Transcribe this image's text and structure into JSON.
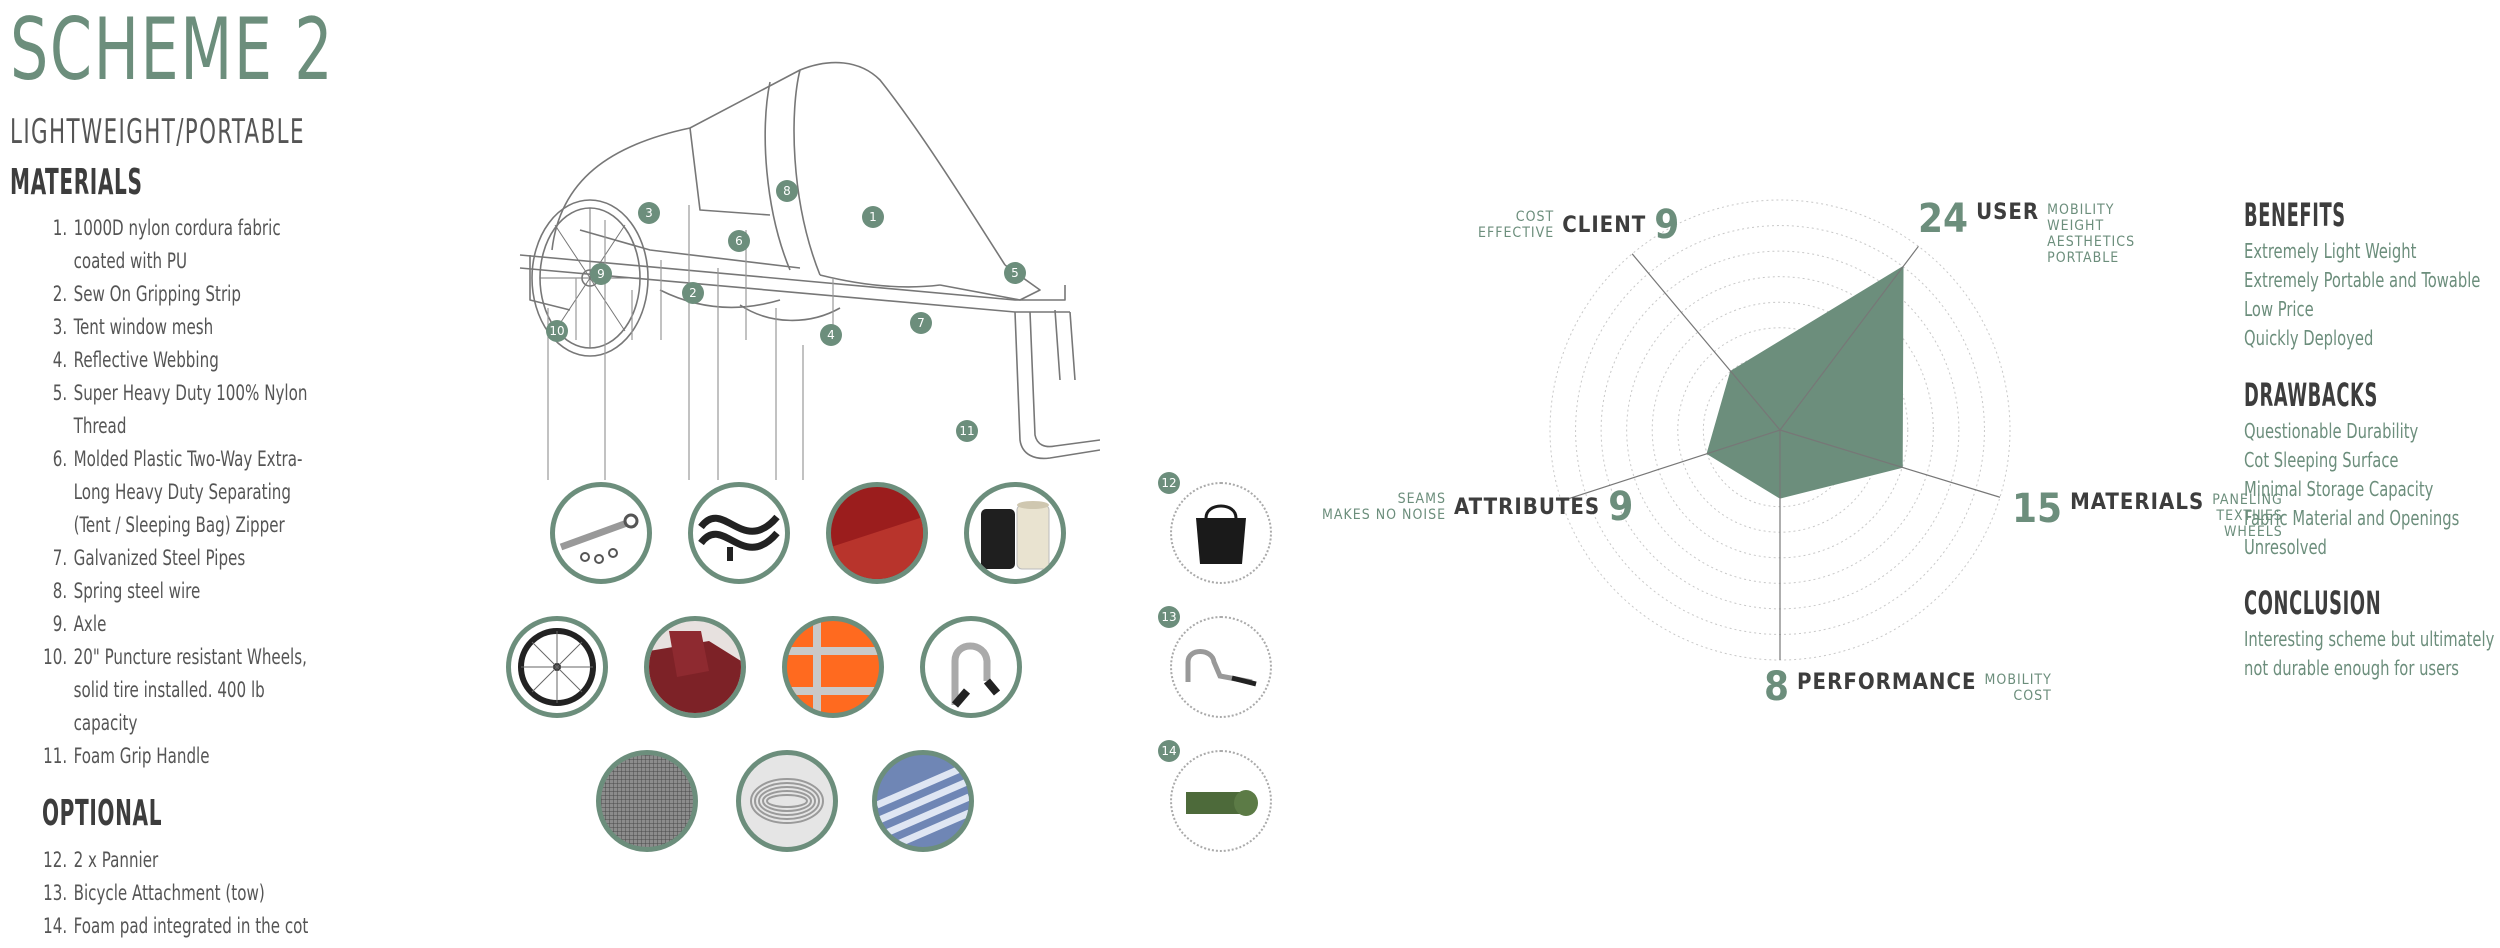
{
  "title": "SCHEME 2",
  "subtitle": "LIGHTWEIGHT/PORTABLE",
  "materials_heading": "MATERIALS",
  "materials": [
    {
      "num": "1.",
      "text": "1000D nylon cordura fabric coated with PU"
    },
    {
      "num": "2.",
      "text": "Sew On Gripping Strip"
    },
    {
      "num": "3.",
      "text": "Tent window mesh"
    },
    {
      "num": "4.",
      "text": "Reflective Webbing"
    },
    {
      "num": "5.",
      "text": "Super Heavy Duty 100% Nylon Thread"
    },
    {
      "num": "6.",
      "text": "Molded Plastic Two-Way Extra-Long Heavy Duty Separating (Tent / Sleeping Bag) Zipper"
    },
    {
      "num": "7.",
      "text": "Galvanized Steel Pipes"
    },
    {
      "num": "8.",
      "text": "Spring steel wire"
    },
    {
      "num": "9.",
      "text": "Axle"
    },
    {
      "num": "10.",
      "text": "20\" Puncture resistant Wheels, solid tire installed. 400 lb capacity"
    },
    {
      "num": "11.",
      "text": "Foam Grip Handle"
    }
  ],
  "optional_heading": "OPTIONAL",
  "optional": [
    {
      "num": "12.",
      "text": "2 x Pannier"
    },
    {
      "num": "13.",
      "text": "Bicycle Attachment (tow)"
    },
    {
      "num": "14.",
      "text": "Foam pad integrated in the cot"
    }
  ],
  "badges": [
    "1",
    "2",
    "3",
    "4",
    "5",
    "6",
    "7",
    "8",
    "9",
    "10",
    "11",
    "12",
    "13",
    "14"
  ],
  "radar": {
    "client": {
      "value": "9",
      "name": "CLIENT",
      "sub": [
        "COST",
        "EFFECTIVE"
      ]
    },
    "user": {
      "value": "24",
      "name": "USER",
      "sub": [
        "MOBILITY",
        "WEIGHT",
        "AESTHETICS",
        "PORTABLE"
      ]
    },
    "materials": {
      "value": "15",
      "name": "MATERIALS",
      "sub": [
        "PANELING",
        "TEXTILES",
        "WHEELS"
      ]
    },
    "performance": {
      "value": "8",
      "name": "PERFORMANCE",
      "sub": [
        "MOBILITY",
        "COST"
      ]
    },
    "attributes": {
      "value": "9",
      "name": "ATTRIBUTES",
      "sub": [
        "SEAMS",
        "MAKES NO NOISE"
      ]
    },
    "fill_color": "#6c8e7c"
  },
  "chart_data": {
    "type": "radar",
    "categories": [
      "USER",
      "MATERIALS",
      "PERFORMANCE",
      "ATTRIBUTES",
      "CLIENT"
    ],
    "values": [
      24,
      15,
      8,
      9,
      9
    ],
    "ylim": [
      0,
      27
    ]
  },
  "benefits_heading": "BENEFITS",
  "benefits": [
    "Extremely Light Weight",
    "Extremely Portable and Towable",
    "Low Price",
    "Quickly Deployed"
  ],
  "drawbacks_heading": "DRAWBACKS",
  "drawbacks": [
    "Questionable Durability",
    "Cot Sleeping Surface",
    "Minimal Storage Capacity",
    "Fabric Material and Openings",
    "Unresolved"
  ],
  "conclusion_heading": "CONCLUSION",
  "conclusion": [
    "Interesting scheme but ultimately",
    "not durable enough for users"
  ]
}
